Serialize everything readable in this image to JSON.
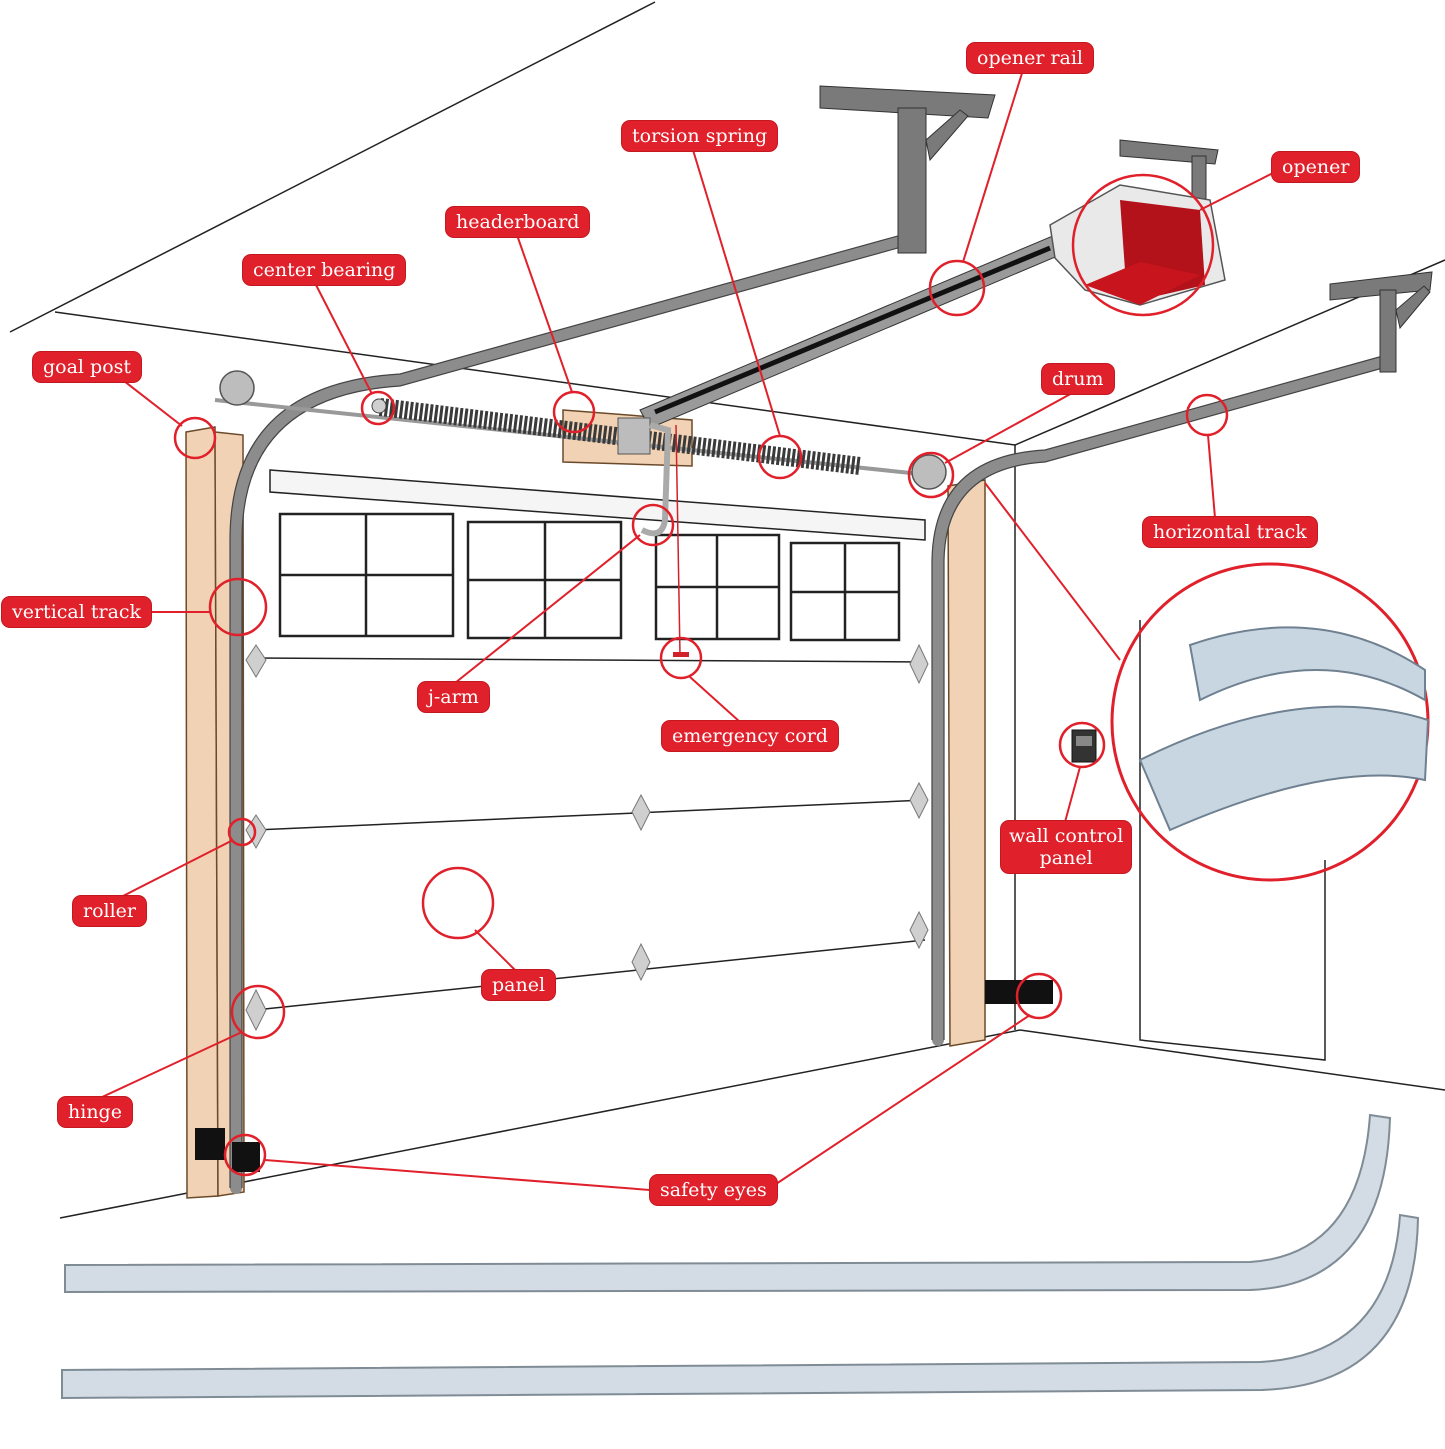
{
  "colors": {
    "accent": "#e0202a",
    "track": "#8c8c8c",
    "wood": "#f2d2b4",
    "rail_galvanized": "#c8d2dc"
  },
  "labels": {
    "opener_rail": "opener rail",
    "opener": "opener",
    "torsion_spring": "torsion spring",
    "headerboard": "headerboard",
    "center_bearing": "center bearing",
    "goal_post": "goal post",
    "drum": "drum",
    "horizontal_track": "horizontal track",
    "vertical_track": "vertical track",
    "j_arm": "j-arm",
    "emergency_cord": "emergency cord",
    "wall_control_panel": "wall control\npanel",
    "roller": "roller",
    "panel": "panel",
    "hinge": "hinge",
    "safety_eyes": "safety eyes"
  }
}
